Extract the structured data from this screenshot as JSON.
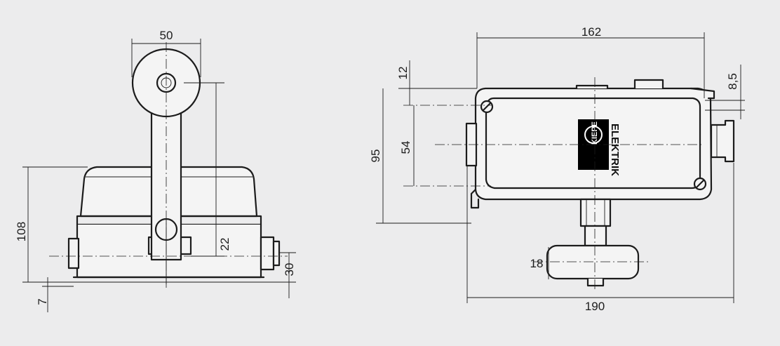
{
  "left_view": {
    "dimensions": {
      "width_top": "50",
      "height_total": "108",
      "height_axis": "22",
      "height_conduit": "30",
      "offset_bottom": "7"
    }
  },
  "right_view": {
    "dimensions": {
      "width_body": "162",
      "height_flange": "12",
      "height_mount": "54",
      "height_body": "95",
      "width_total": "190",
      "roller_width": "18",
      "thickness_bracket": "8,5"
    },
    "logo": {
      "brand_lettering": "KIEPE",
      "subtitle": "ELEKTRIK"
    }
  }
}
